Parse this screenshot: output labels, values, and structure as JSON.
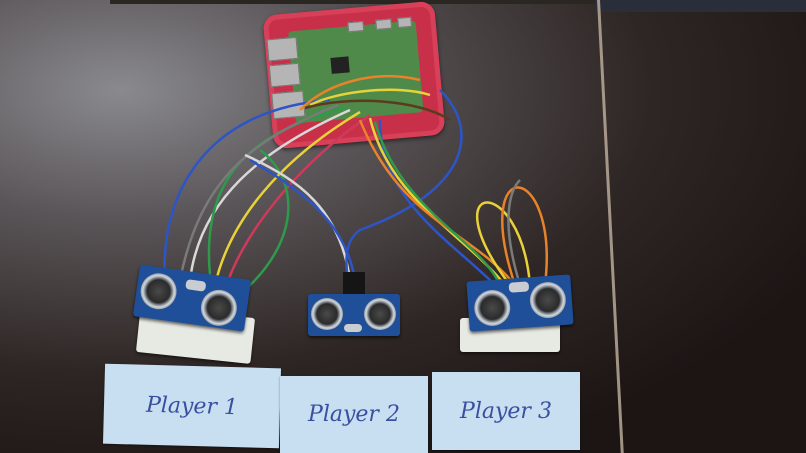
{
  "scene": {
    "description": "Raspberry Pi in a red case wired to three HC-SR04 ultrasonic sensors on a dark wooden table, each labeled with a paper note",
    "colors": {
      "table": "#1c1514",
      "glare": "#8a8a8e",
      "case": "#c8304a",
      "board": "#4f8a4a",
      "sensor_pcb": "#1f4f98",
      "note_paper": "#c7dff0",
      "ink": "#3b4fa0"
    },
    "wire_colors": [
      "#2d55c8",
      "#e8d23a",
      "#e8832a",
      "#2f9a4a",
      "#d03a5a",
      "#d8d8d8",
      "#7a7a7a",
      "#5b3a20"
    ]
  },
  "labels": [
    {
      "text": "Player 1"
    },
    {
      "text": "Player 2"
    },
    {
      "text": "Player 3"
    }
  ],
  "sensors": [
    {
      "model": "HC-SR04",
      "mount": "white 3D-printed base"
    },
    {
      "model": "HC-SR04",
      "mount": "none"
    },
    {
      "model": "HC-SR04",
      "mount": "white 3D-printed base"
    }
  ]
}
